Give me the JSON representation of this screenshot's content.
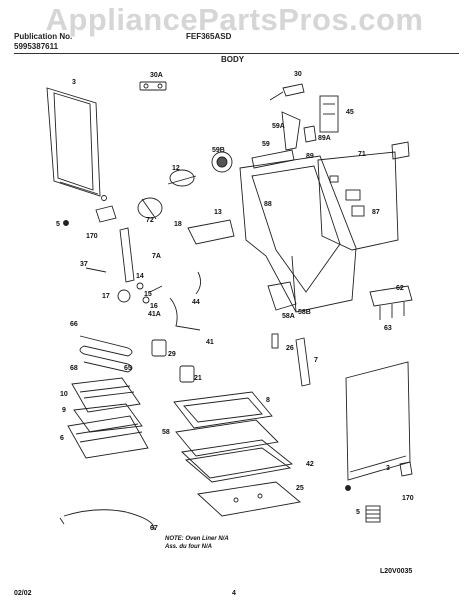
{
  "watermark": "AppliancePartsPros.com",
  "header": {
    "brand": "Publication No.",
    "pub_number": "5995387611",
    "model": "FEF365ASD",
    "section_title": "BODY"
  },
  "labels": [
    "3",
    "30A",
    "30",
    "45",
    "59A",
    "89A",
    "59",
    "89",
    "59B",
    "71",
    "12",
    "87",
    "5",
    "170",
    "72",
    "18",
    "13",
    "88",
    "7A",
    "37",
    "14",
    "17",
    "15",
    "16",
    "44",
    "41A",
    "58A",
    "58B",
    "62",
    "63",
    "66",
    "68",
    "65",
    "29",
    "21",
    "41",
    "26",
    "7",
    "10",
    "9",
    "6",
    "8",
    "58",
    "42",
    "25",
    "3",
    "5",
    "170",
    "67"
  ],
  "note_line1": "NOTE: Oven Liner N/A",
  "note_line2": "Ass. du four N/A",
  "footer": {
    "date": "02/02",
    "page": "4",
    "diagram_code": "L20V0035"
  }
}
